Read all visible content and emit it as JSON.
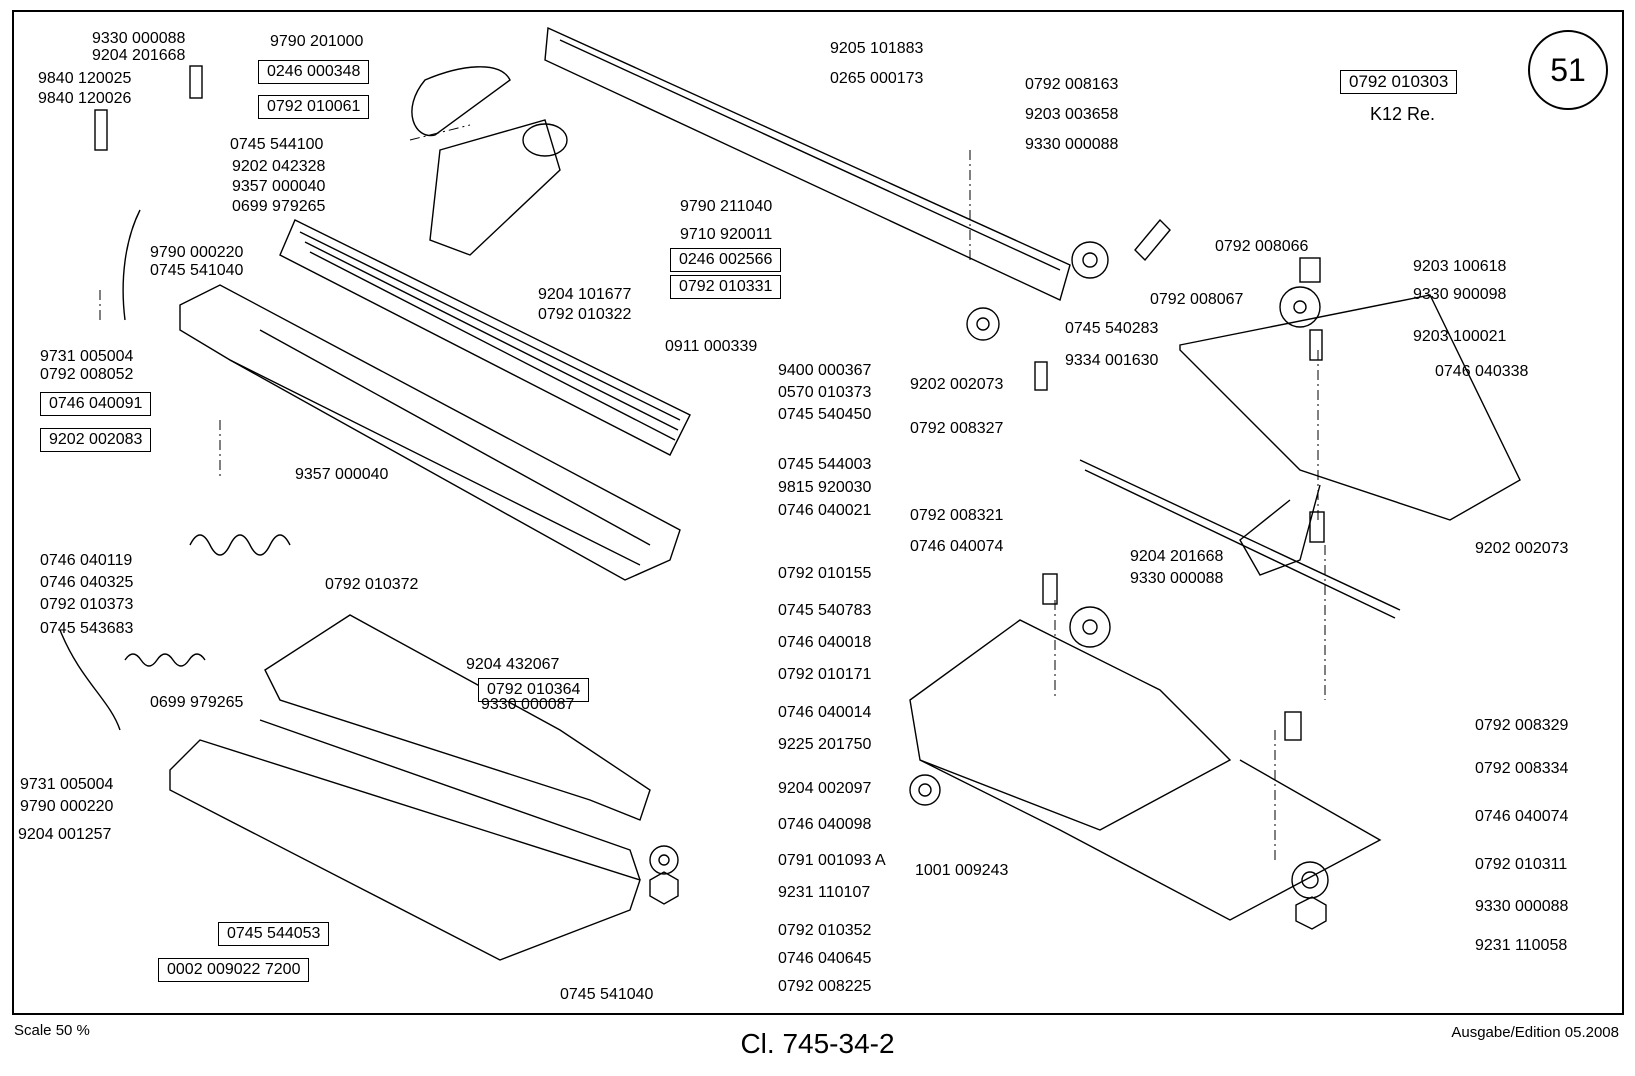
{
  "page_number": "51",
  "header": {
    "ref_box": "0792 010303",
    "type_code": "K12  Re."
  },
  "footer": {
    "scale": "Scale 50 %",
    "title": "Cl. 745-34-2",
    "edition": "Ausgabe/Edition 05.2008"
  },
  "parts": [
    {
      "id": "p01",
      "text": "9330 000088",
      "boxed": false
    },
    {
      "id": "p02",
      "text": "9204 201668",
      "boxed": false
    },
    {
      "id": "p03",
      "text": "9840 120025",
      "boxed": false
    },
    {
      "id": "p04",
      "text": "9840 120026",
      "boxed": false
    },
    {
      "id": "p05",
      "text": "0745 544100",
      "boxed": false
    },
    {
      "id": "p06",
      "text": "9202 042328",
      "boxed": false
    },
    {
      "id": "p07",
      "text": "9357 000040",
      "boxed": false
    },
    {
      "id": "p08",
      "text": "0699 979265",
      "boxed": false
    },
    {
      "id": "p09",
      "text": "9790 000220",
      "boxed": false
    },
    {
      "id": "p10",
      "text": "0745 541040",
      "boxed": false
    },
    {
      "id": "p11",
      "text": "9731 005004",
      "boxed": false
    },
    {
      "id": "p12",
      "text": "0792 008052",
      "boxed": false
    },
    {
      "id": "p13",
      "text": "9790 201000",
      "boxed": false
    },
    {
      "id": "p14",
      "text": "0246 000348",
      "boxed": true
    },
    {
      "id": "p15",
      "text": "0792 010061",
      "boxed": true
    },
    {
      "id": "p16",
      "text": "9205 101883",
      "boxed": false
    },
    {
      "id": "p17",
      "text": "0265 000173",
      "boxed": false
    },
    {
      "id": "p18",
      "text": "0792 008163",
      "boxed": false
    },
    {
      "id": "p19",
      "text": "9203 003658",
      "boxed": false
    },
    {
      "id": "p20",
      "text": "9330 000088",
      "boxed": false
    },
    {
      "id": "p21",
      "text": "9790 211040",
      "boxed": false
    },
    {
      "id": "p22",
      "text": "9710 920011",
      "boxed": false
    },
    {
      "id": "p23",
      "text": "0246 002566",
      "boxed": true
    },
    {
      "id": "p24",
      "text": "0792 010331",
      "boxed": true
    },
    {
      "id": "p25",
      "text": "9204 101677",
      "boxed": false
    },
    {
      "id": "p26",
      "text": "0792 010322",
      "boxed": false
    },
    {
      "id": "p27",
      "text": "0792 008066",
      "boxed": false
    },
    {
      "id": "p28",
      "text": "0792 008067",
      "boxed": false
    },
    {
      "id": "p29",
      "text": "0745 540283",
      "boxed": false
    },
    {
      "id": "p30",
      "text": "9334 001630",
      "boxed": false
    },
    {
      "id": "p31",
      "text": "9203 100618",
      "boxed": false
    },
    {
      "id": "p32",
      "text": "9330 900098",
      "boxed": false
    },
    {
      "id": "p33",
      "text": "9203 100021",
      "boxed": false
    },
    {
      "id": "p34",
      "text": "0746 040338",
      "boxed": false
    },
    {
      "id": "p35",
      "text": "0911 000339",
      "boxed": false
    },
    {
      "id": "p36",
      "text": "9400 000367",
      "boxed": false
    },
    {
      "id": "p37",
      "text": "0570 010373",
      "boxed": false
    },
    {
      "id": "p38",
      "text": "0745 540450",
      "boxed": false
    },
    {
      "id": "p39",
      "text": "9202 002073",
      "boxed": false
    },
    {
      "id": "p40",
      "text": "0792 008327",
      "boxed": false
    },
    {
      "id": "p41",
      "text": "0746 040091",
      "boxed": true
    },
    {
      "id": "p42",
      "text": "9202 002083",
      "boxed": true
    },
    {
      "id": "p43",
      "text": "9357 000040",
      "boxed": false
    },
    {
      "id": "p44",
      "text": "0745 544003",
      "boxed": false
    },
    {
      "id": "p45",
      "text": "9815 920030",
      "boxed": false
    },
    {
      "id": "p46",
      "text": "0746 040021",
      "boxed": false
    },
    {
      "id": "p47",
      "text": "0792 008321",
      "boxed": false
    },
    {
      "id": "p48",
      "text": "0746 040074",
      "boxed": false
    },
    {
      "id": "p49",
      "text": "9204 201668",
      "boxed": false
    },
    {
      "id": "p50",
      "text": "9330 000088",
      "boxed": false
    },
    {
      "id": "p51",
      "text": "9202 002073",
      "boxed": false
    },
    {
      "id": "p52",
      "text": "0746 040119",
      "boxed": false
    },
    {
      "id": "p53",
      "text": "0746 040325",
      "boxed": false
    },
    {
      "id": "p54",
      "text": "0792 010373",
      "boxed": false
    },
    {
      "id": "p55",
      "text": "0745 543683",
      "boxed": false
    },
    {
      "id": "p56",
      "text": "0792 010372",
      "boxed": false
    },
    {
      "id": "p57",
      "text": "0792 010155",
      "boxed": false
    },
    {
      "id": "p58",
      "text": "0745 540783",
      "boxed": false
    },
    {
      "id": "p59",
      "text": "0746 040018",
      "boxed": false
    },
    {
      "id": "p60",
      "text": "9204 432067",
      "boxed": false
    },
    {
      "id": "p61",
      "text": "0792 010364",
      "boxed": true
    },
    {
      "id": "p62",
      "text": "9330 000087",
      "boxed": false
    },
    {
      "id": "p63",
      "text": "0792 010171",
      "boxed": false
    },
    {
      "id": "p64",
      "text": "0746 040014",
      "boxed": false
    },
    {
      "id": "p65",
      "text": "9225 201750",
      "boxed": false
    },
    {
      "id": "p66",
      "text": "0792 008329",
      "boxed": false
    },
    {
      "id": "p67",
      "text": "0699 979265",
      "boxed": false
    },
    {
      "id": "p68",
      "text": "9731 005004",
      "boxed": false
    },
    {
      "id": "p69",
      "text": "9790 000220",
      "boxed": false
    },
    {
      "id": "p70",
      "text": "9204 001257",
      "boxed": false
    },
    {
      "id": "p71",
      "text": "9204 002097",
      "boxed": false
    },
    {
      "id": "p72",
      "text": "0746 040098",
      "boxed": false
    },
    {
      "id": "p73",
      "text": "0791 001093 A",
      "boxed": false
    },
    {
      "id": "p74",
      "text": "9231 110107",
      "boxed": false
    },
    {
      "id": "p75",
      "text": "0792 008334",
      "boxed": false
    },
    {
      "id": "p76",
      "text": "0746 040074",
      "boxed": false
    },
    {
      "id": "p77",
      "text": "0792 010311",
      "boxed": false
    },
    {
      "id": "p78",
      "text": "1001 009243",
      "boxed": false
    },
    {
      "id": "p79",
      "text": "0745 544053",
      "boxed": true
    },
    {
      "id": "p80",
      "text": "0002 009022 7200",
      "boxed": true
    },
    {
      "id": "p81",
      "text": "0792 010352",
      "boxed": false
    },
    {
      "id": "p82",
      "text": "0746 040645",
      "boxed": false
    },
    {
      "id": "p83",
      "text": "0792 008225",
      "boxed": false
    },
    {
      "id": "p84",
      "text": "0745 541040",
      "boxed": false
    },
    {
      "id": "p85",
      "text": "9330 000088",
      "boxed": false
    },
    {
      "id": "p86",
      "text": "9231 110058",
      "boxed": false
    }
  ]
}
